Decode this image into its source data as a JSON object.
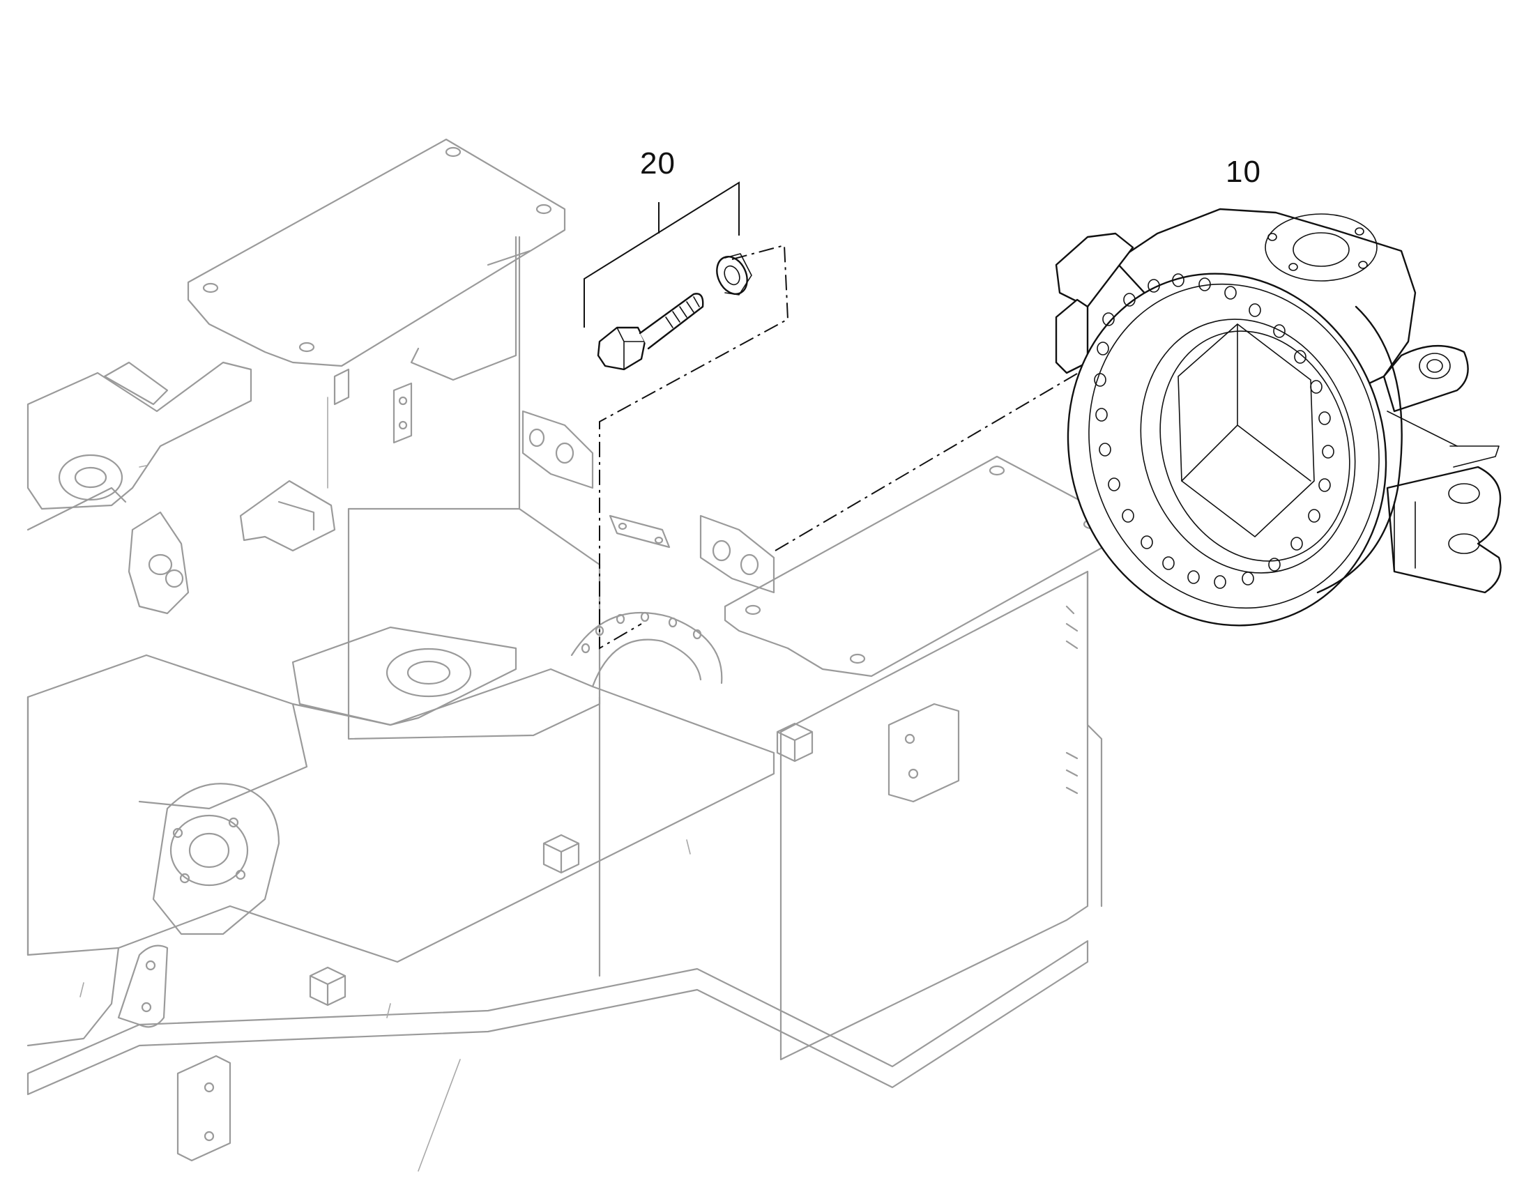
{
  "diagram": {
    "callouts": [
      {
        "id": "20",
        "label": "20",
        "part": "bolt-and-washer"
      },
      {
        "id": "10",
        "label": "10",
        "part": "steering-knuckle-housing"
      }
    ],
    "line_colors": {
      "frame_ghost": "#9a9a9a",
      "part_outline": "#111111",
      "background": "#ffffff"
    }
  }
}
